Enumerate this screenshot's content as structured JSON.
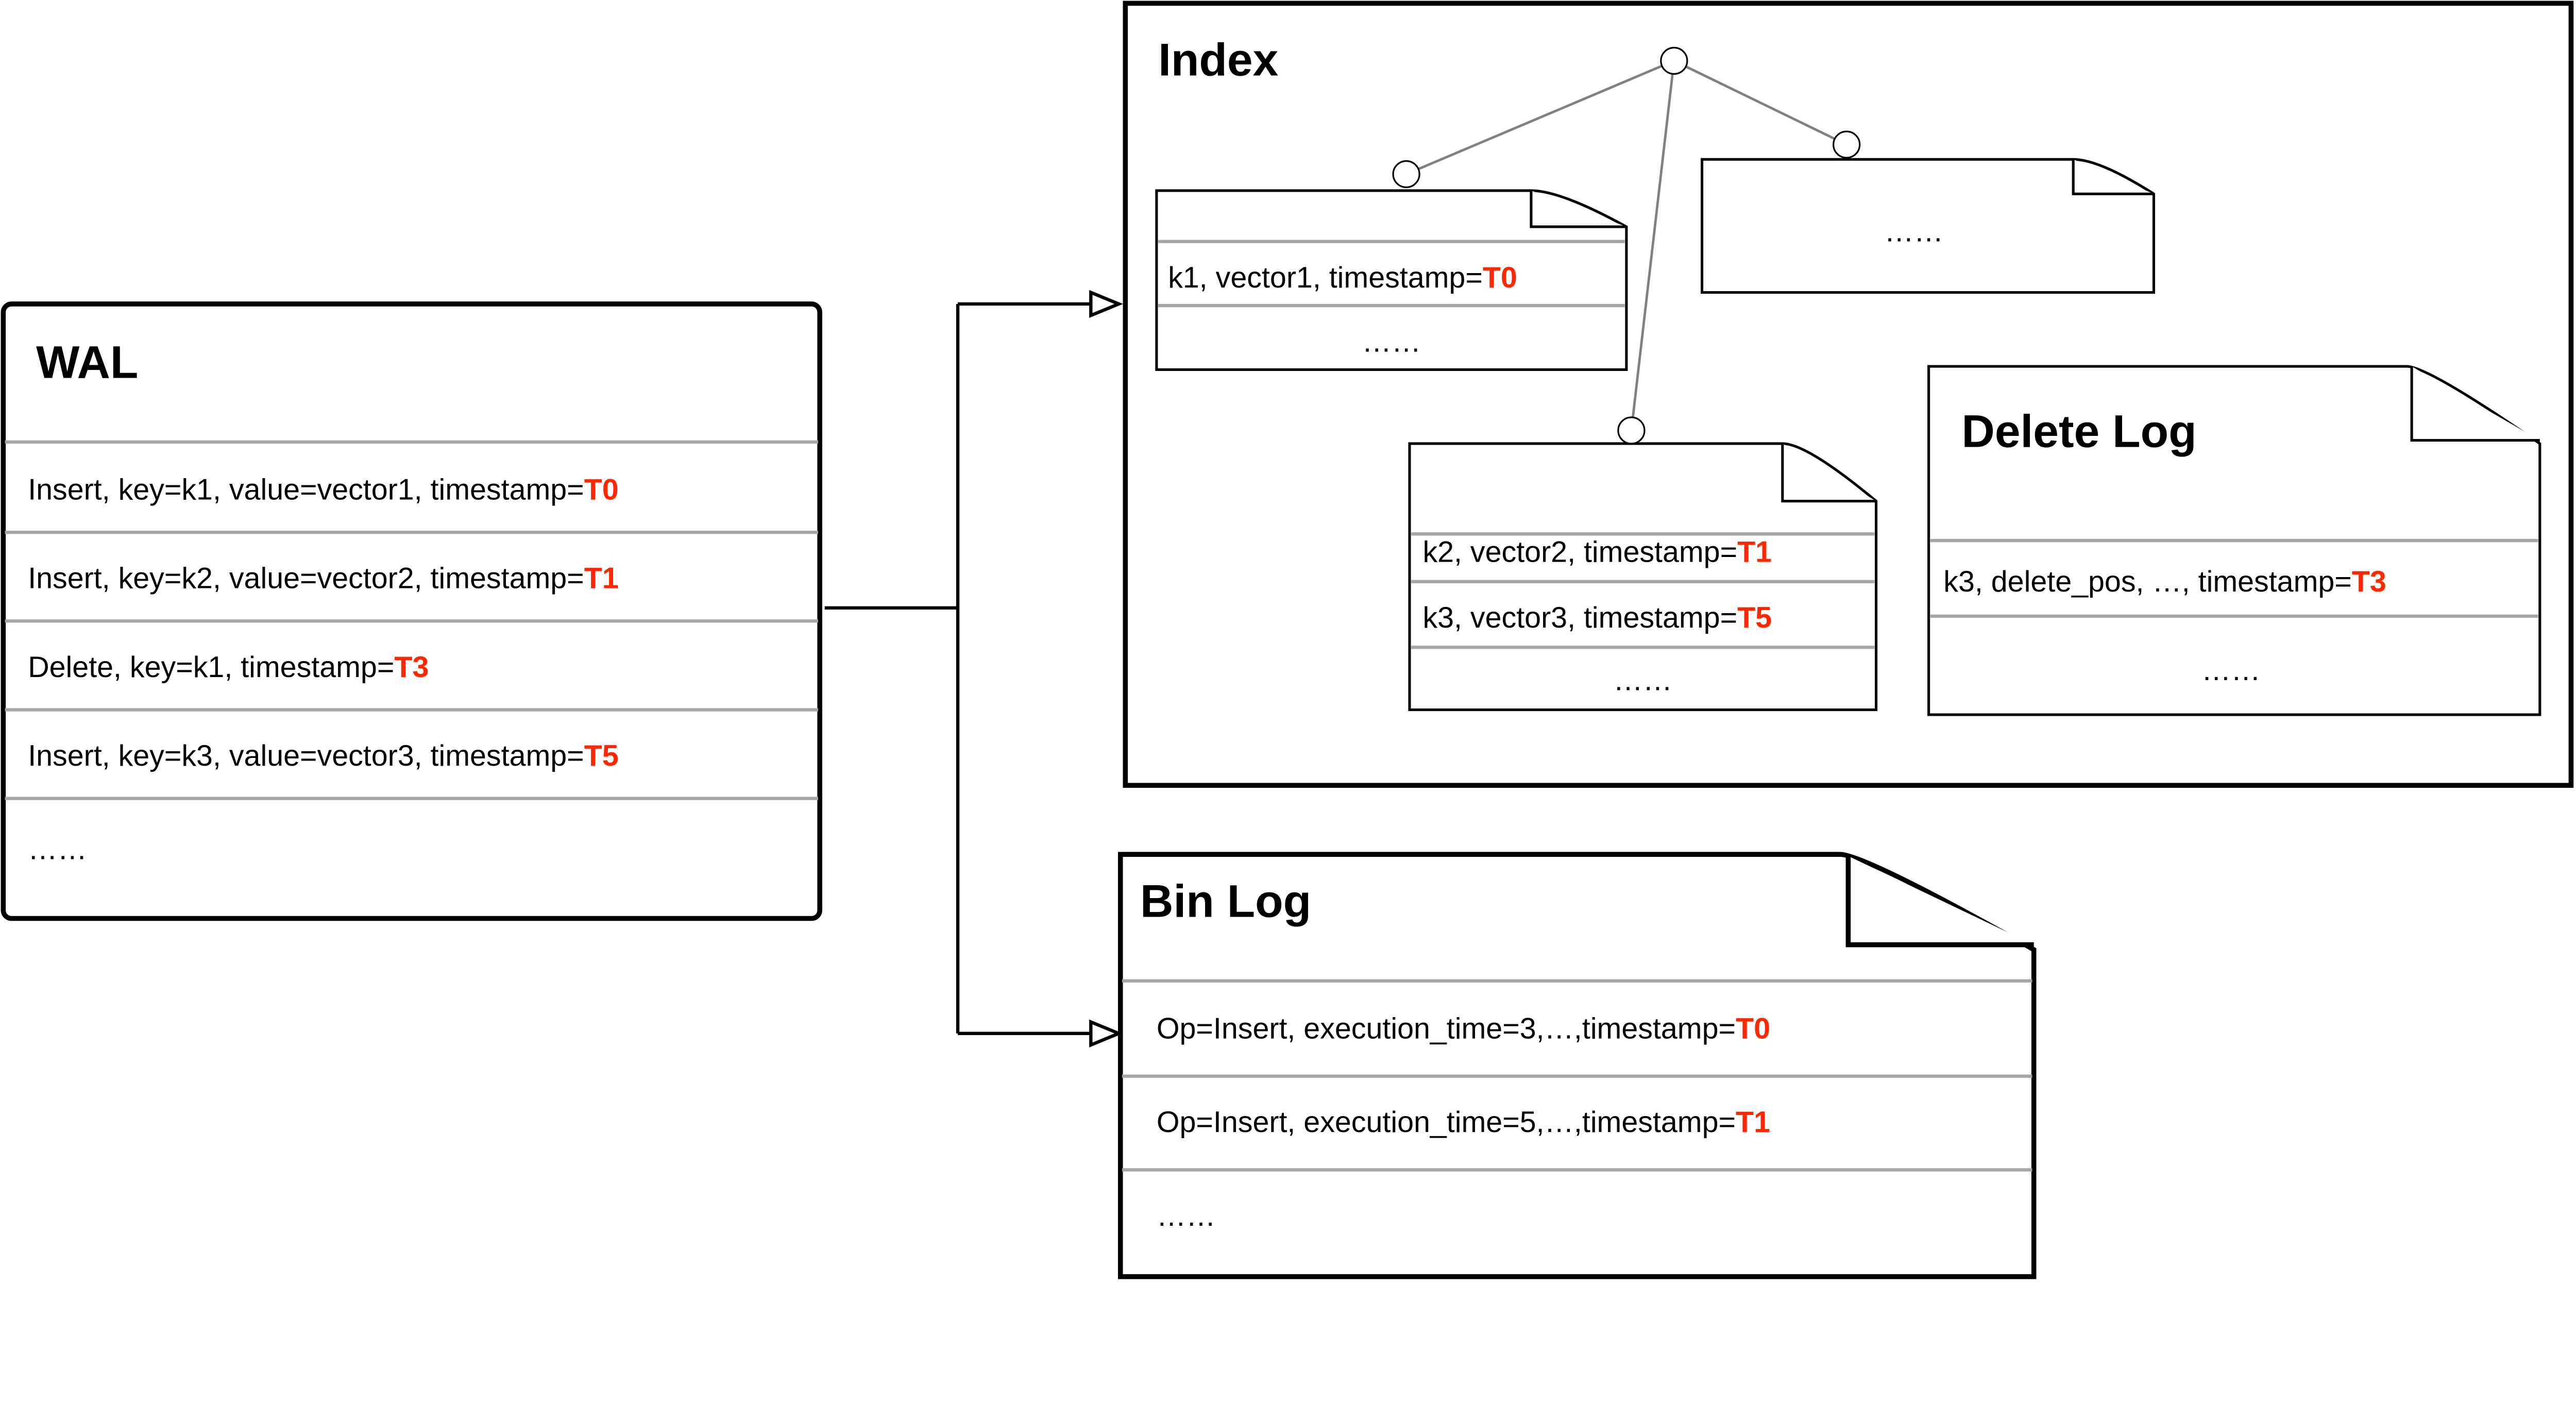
{
  "colors": {
    "timestamp_highlight": "#ff2600",
    "divider": "#a6a6a6",
    "tree_edge": "#808080"
  },
  "wal": {
    "title": "WAL",
    "rows": [
      {
        "text": "Insert, key=k1, value=vector1, timestamp=",
        "ts": "T0"
      },
      {
        "text": "Insert, key=k2, value=vector2, timestamp=",
        "ts": "T1"
      },
      {
        "text": "Delete, key=k1, timestamp=",
        "ts": "T3"
      },
      {
        "text": "Insert, key=k3, value=vector3, timestamp=",
        "ts": "T5"
      }
    ],
    "ellipsis": "……"
  },
  "index": {
    "title": "Index",
    "segment1": {
      "row": {
        "text": "k1, vector1, timestamp=",
        "ts": "T0"
      },
      "ellipsis": "……"
    },
    "segment2": {
      "ellipsis": "……"
    },
    "segment3": {
      "rows": [
        {
          "text": "k2, vector2, timestamp=",
          "ts": "T1"
        },
        {
          "text": "k3, vector3, timestamp=",
          "ts": "T5"
        }
      ],
      "ellipsis": "……"
    },
    "delete_log": {
      "title": "Delete Log",
      "row": {
        "text": "k3, delete_pos, …, timestamp=",
        "ts": "T3"
      },
      "ellipsis": "……"
    }
  },
  "bin_log": {
    "title": "Bin Log",
    "rows": [
      {
        "text": "Op=Insert, execution_time=3,…,timestamp=",
        "ts": "T0"
      },
      {
        "text": "Op=Insert, execution_time=5,…,timestamp=",
        "ts": "T1"
      }
    ],
    "ellipsis": "……"
  }
}
